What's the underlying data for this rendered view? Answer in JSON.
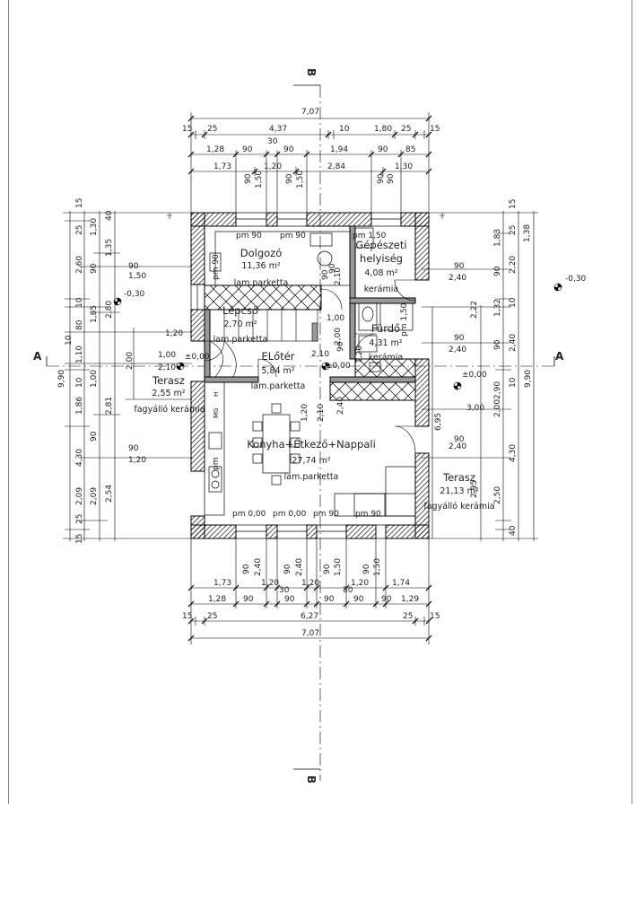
{
  "section_labels": {
    "a_left": "A",
    "a_right": "A",
    "b_top": "B",
    "b_bottom": "B"
  },
  "rooms": {
    "dolgozo": {
      "name": "Dolgozó",
      "area": "11,36 m²",
      "floor": "lam.parketta"
    },
    "gepeszeti": {
      "name1": "Gépészeti",
      "name2": "helyiség",
      "area": "4,08 m²",
      "floor": "kerámia"
    },
    "lepcso": {
      "name": "Lépcső",
      "area": "2,70 m²",
      "floor": "lam.parketta"
    },
    "furdo": {
      "name": "Fürdő",
      "area": "4,31 m²",
      "floor": "kerámia"
    },
    "eloter": {
      "name": "ELőtér",
      "area": "5,84 m²",
      "floor": "lam.parketta"
    },
    "terasz_left": {
      "name": "Terasz",
      "area": "2,55 m²",
      "floor": "fagyálló kerámia"
    },
    "konyha": {
      "name": "Konyha+Étkező+Nappali",
      "area": "27,74 m²",
      "floor": "lam.parketta"
    },
    "terasz_right": {
      "name": "Terasz",
      "area": "21,13 m²",
      "floor": "fagyálló kerámia"
    }
  },
  "levels": {
    "minus_left": "-0,30",
    "minus_right": "-0,30",
    "zero_left": "±0,00",
    "zero_mid": "±0,00",
    "zero_right": "±0,00"
  },
  "appliances": {
    "h": "H",
    "mg": "MG",
    "pm": "pm"
  },
  "dims_top": {
    "r1": {
      "total": "7,07"
    },
    "r2": {
      "a": "15",
      "b": "25",
      "c": "4,37",
      "d": "10",
      "e": "1,80",
      "f": "25",
      "g": "15",
      "h": "30"
    },
    "r3": {
      "a": "1,28",
      "b": "90",
      "c": "90",
      "d": "1,94",
      "e": "90",
      "f": "85"
    },
    "r4": {
      "a": "1,73",
      "b": "1,20",
      "c": "2,84",
      "d": "1,30"
    },
    "vert": {
      "a": "90",
      "b": "1,50",
      "c": "90",
      "d": "1,50",
      "e": "90",
      "f": "90"
    }
  },
  "dims_bottom": {
    "vert": {
      "a": "90",
      "b": "2,40",
      "c": "90",
      "d": "2,40",
      "e": "90",
      "f": "1,50",
      "g": "90",
      "h": "1,50"
    },
    "r1": {
      "a": "1,73",
      "b": "1,20",
      "c": "1,20",
      "d": "1,20",
      "e": "1,74",
      "f": "30",
      "g": "30"
    },
    "r2": {
      "a": "1,28",
      "b": "90",
      "c": "90",
      "d": "90",
      "e": "90",
      "f": "90",
      "g": "1,29"
    },
    "r3": {
      "a": "15",
      "b": "25",
      "c": "6,27",
      "d": "25",
      "e": "15"
    },
    "r4": {
      "total": "7,07"
    }
  },
  "dims_left": {
    "c1": {
      "a": "15",
      "b": "25",
      "c": "2,60",
      "d": "10",
      "e": "80",
      "f": "1,10",
      "g": "10",
      "h": "1,86",
      "i": "4,30",
      "j": "2,09",
      "k": "25",
      "l": "15"
    },
    "c2": {
      "a": "1,30",
      "b": "90",
      "c": "1,85",
      "d": "1,00",
      "e": "90",
      "f": "2,09"
    },
    "c3": {
      "a": "40",
      "b": "1,35",
      "c": "2,80",
      "d": "2,81",
      "e": "2,54"
    },
    "c4": {
      "a": "2,00"
    },
    "total": {
      "a": "9,90",
      "b": "10"
    }
  },
  "dims_right": {
    "c1": {
      "a": "1,83",
      "b": "2,20",
      "c": "1,32",
      "d": "2,40",
      "e": "2,00",
      "f": "4,30",
      "g": "15",
      "h": "25",
      "i": "10",
      "j": "10",
      "k": "40"
    },
    "c2": {
      "a": "1,38",
      "b": "90",
      "c": "90",
      "d": "2,90",
      "e": "2,50"
    },
    "c3": {
      "a": "2,22",
      "b": "2,95"
    },
    "total": {
      "a": "9,90"
    },
    "inner": {
      "a": "6,95"
    }
  },
  "dims_inner": {
    "a": "pm 90",
    "b": "pm 90",
    "c": "pm 1,50",
    "d": "pm 90",
    "e": "90",
    "f": "1,50",
    "g": "1,20",
    "h": "1,00",
    "i": "2,10",
    "j": "2,10",
    "k": "1,00",
    "l": "2,10",
    "m": "1,20",
    "n": "2,10",
    "o": "90",
    "p": "90",
    "q": "1,20",
    "r": "90",
    "s": "2,40",
    "t": "90",
    "u": "2,40",
    "v": "90",
    "w": "2,40",
    "x": "3,00",
    "y": "90",
    "z": "2,40",
    "pm1": "pm 0,00",
    "pm2": "pm 0,00",
    "pm3": "pm 90",
    "pm4": "pm 90",
    "fur_a": "90",
    "fur_b": "pm 1,50",
    "fur_c": "2,00",
    "fur_d": "1,20"
  }
}
